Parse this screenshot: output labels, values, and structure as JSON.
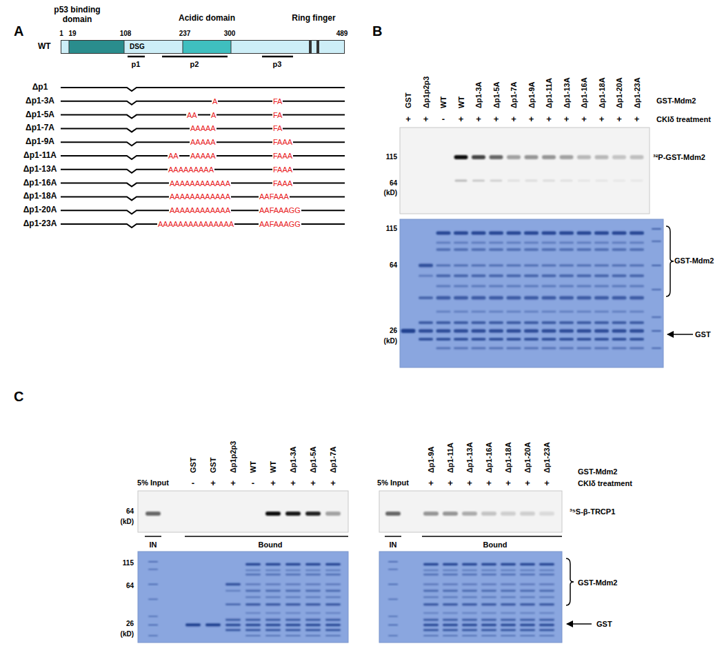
{
  "diagram": {
    "nodes": [
      {
        "text": [
          "WT",
          "DSG"
        ]
      }
    ],
    "labels": [
      "A",
      "p53 binding domain",
      "Acidic domain",
      "Ring finger",
      "1",
      "19",
      "108",
      "237",
      "300",
      "489",
      "p1",
      "p2",
      "p3",
      "Δp1",
      "Δp1-3A",
      "Δp1-5A",
      "Δp1-7A",
      "Δp1-9A",
      "Δp1-11A",
      "Δp1-13A",
      "Δp1-16A",
      "Δp1-18A",
      "Δp1-20A",
      "Δp1-23A",
      "A",
      "FA",
      "AA",
      "A",
      "FA",
      "AAAAA",
      "FA",
      "AAAAA",
      "FAAA",
      "AA",
      "AAAAA",
      "FAAA",
      "AAAAAAAAA",
      "FAAA",
      "AAAAAAAAAAAA",
      "FAAA",
      "AAAAAAAAAAAA",
      "AAFAAA",
      "AAAAAAAAAAAA",
      "AAFAAAGG",
      "AAAAAAAAAAAAAAA",
      "AAFAAAGG",
      "B",
      "GST",
      "Δp1p2p3",
      "WT",
      "WT",
      "Δp1-3A",
      "Δp1-5A",
      "Δp1-7A",
      "Δp1-9A",
      "Δp1-11A",
      "Δp1-13A",
      "Δp1-16A",
      "Δp1-18A",
      "Δp1-20A",
      "Δp1-23A",
      "GST-Mdm2",
      "+",
      "+",
      "-",
      "+",
      "+",
      "+",
      "+",
      "+",
      "+",
      "+",
      "+",
      "+",
      "+",
      "+",
      "CKIδ treatment",
      "115",
      "64",
      "(kD)",
      "³²P-GST-Mdm2",
      "115",
      "64",
      "26",
      "(kD)",
      "GST-Mdm2",
      "GST",
      "C",
      "5% Input",
      "GST",
      "GST",
      "Δp1p2p3",
      "WT",
      "WT",
      "Δp1-3A",
      "Δp1-5A",
      "Δp1-7A",
      "-",
      "+",
      "+",
      "-",
      "+",
      "+",
      "+",
      "+",
      "5% Input",
      "Δp1-9A",
      "Δp1-11A",
      "Δp1-13A",
      "Δp1-16A",
      "Δp1-18A",
      "Δp1-20A",
      "Δp1-23A",
      "GST-Mdm2",
      "+",
      "+",
      "+",
      "+",
      "+",
      "+",
      "+",
      "CKIδ treatment",
      "64",
      "(kD)",
      "³⁵S-β-TRCP1",
      "IN",
      "Bound",
      "IN",
      "Bound",
      "115",
      "64",
      "26",
      "(kD)",
      "GST-Mdm2",
      "GST"
    ]
  }
}
